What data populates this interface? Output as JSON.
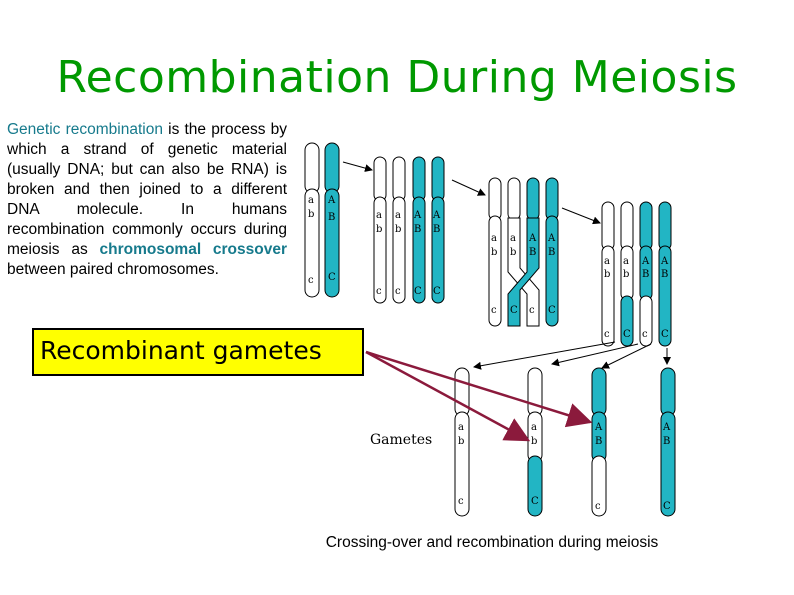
{
  "slide": {
    "title": "Recombination During Meiosis",
    "paragraph": {
      "term1": "Genetic",
      "term2": "recombination",
      "text1": " is the process by which a strand of genetic material (usually DNA; but can also be RNA) is broken and then joined to a different DNA molecule. In humans recombination commonly occurs during meiosis as ",
      "link": "chromosomal crossover",
      "text2": " between paired chromosomes."
    },
    "callout_label": "Recombinant gametes"
  },
  "figure": {
    "caption": "Crossing-over and recombination during meiosis",
    "gametes_label": "Gametes",
    "colors": {
      "teal": "#22b5c4",
      "arrow": "#8b1a3c",
      "outline": "#000000"
    },
    "allele_labels": {
      "a": "a",
      "A": "A",
      "b": "b",
      "B": "B",
      "c": "c",
      "C": "C"
    }
  }
}
